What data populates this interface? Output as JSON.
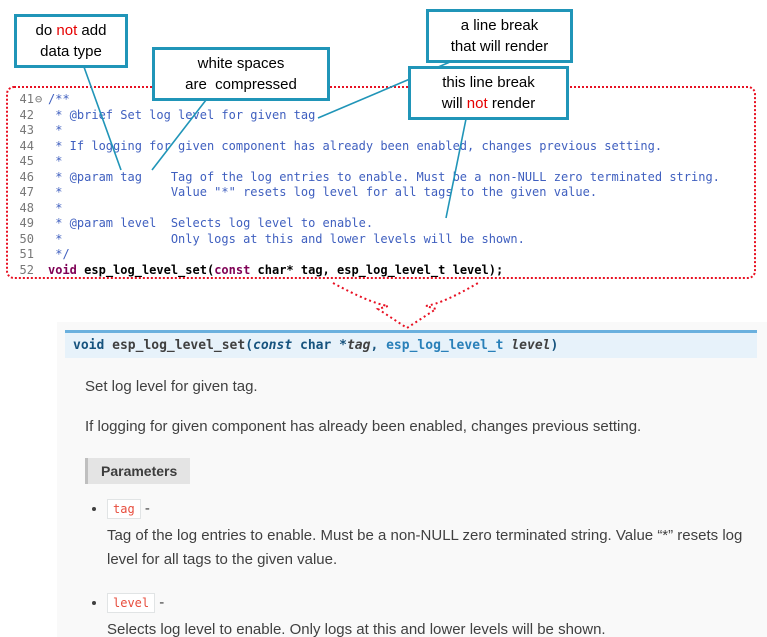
{
  "colors": {
    "callout_border": "#2095b8",
    "annotation_red": "#e60000",
    "dotted_border_red": "#e81123",
    "comment_blue": "#3f5fbf",
    "keyword_purple": "#7f0055",
    "line_number_gray": "#787878",
    "signature_bg": "#e7f2fa",
    "signature_border": "#6ab0de",
    "literal_red": "#e74c3c",
    "panel_bg": "#f9f9f9"
  },
  "callouts": {
    "no_datatype": {
      "l1a": "do ",
      "l1b": "not",
      "l1c": " add",
      "l2": "data type"
    },
    "whitespace": {
      "l1": "white spaces",
      "l2": "are  compressed"
    },
    "break_render": {
      "l1": "a line break",
      "l2": "that will render"
    },
    "break_norender": {
      "l1": "this line break",
      "l2a": "will ",
      "l2b": "not",
      "l2c": " render"
    }
  },
  "editor": {
    "lines": [
      {
        "num": "41",
        "fold": "⊖",
        "text": "/**"
      },
      {
        "num": "42",
        "fold": "",
        "text": " * @brief Set log level for given tag"
      },
      {
        "num": "43",
        "fold": "",
        "text": " *"
      },
      {
        "num": "44",
        "fold": "",
        "text": " * If logging for given component has already been enabled, changes previous setting."
      },
      {
        "num": "45",
        "fold": "",
        "text": " *"
      },
      {
        "num": "46",
        "fold": "",
        "text": " * @param tag    Tag of the log entries to enable. Must be a non-NULL zero terminated string."
      },
      {
        "num": "47",
        "fold": "",
        "text": " *               Value \"*\" resets log level for all tags to the given value."
      },
      {
        "num": "48",
        "fold": "",
        "text": " *"
      },
      {
        "num": "49",
        "fold": "",
        "text": " * @param level  Selects log level to enable."
      },
      {
        "num": "50",
        "fold": "",
        "text": " *               Only logs at this and lower levels will be shown."
      },
      {
        "num": "51",
        "fold": "",
        "text": " */"
      },
      {
        "num": "52",
        "fold": "",
        "text": ""
      }
    ],
    "line52": {
      "kw1": "void",
      "sp1": " ",
      "name": "esp_log_level_set(",
      "kw2": "const",
      "rest": " char* tag, esp_log_level_t level);"
    }
  },
  "docs": {
    "signature": {
      "ret": "void ",
      "name": "esp_log_level_set",
      "open": "(",
      "const_kw": "const",
      "char_ptr": " char *",
      "arg1": "tag",
      "comma": ", ",
      "type": "esp_log_level_t",
      "space": " ",
      "arg2": "level",
      "close": ")"
    },
    "brief": "Set log level for given tag.",
    "description": "If logging for given component has already been enabled, changes previous setting.",
    "parameters_label": "Parameters",
    "params": [
      {
        "name": "tag",
        "dash": " - ",
        "desc": "Tag of the log entries to enable. Must be a non-NULL zero terminated string. Value “*” resets log level for all tags to the given value."
      },
      {
        "name": "level",
        "dash": " - ",
        "desc": "Selects log level to enable. Only logs at this and lower levels will be shown."
      }
    ]
  }
}
